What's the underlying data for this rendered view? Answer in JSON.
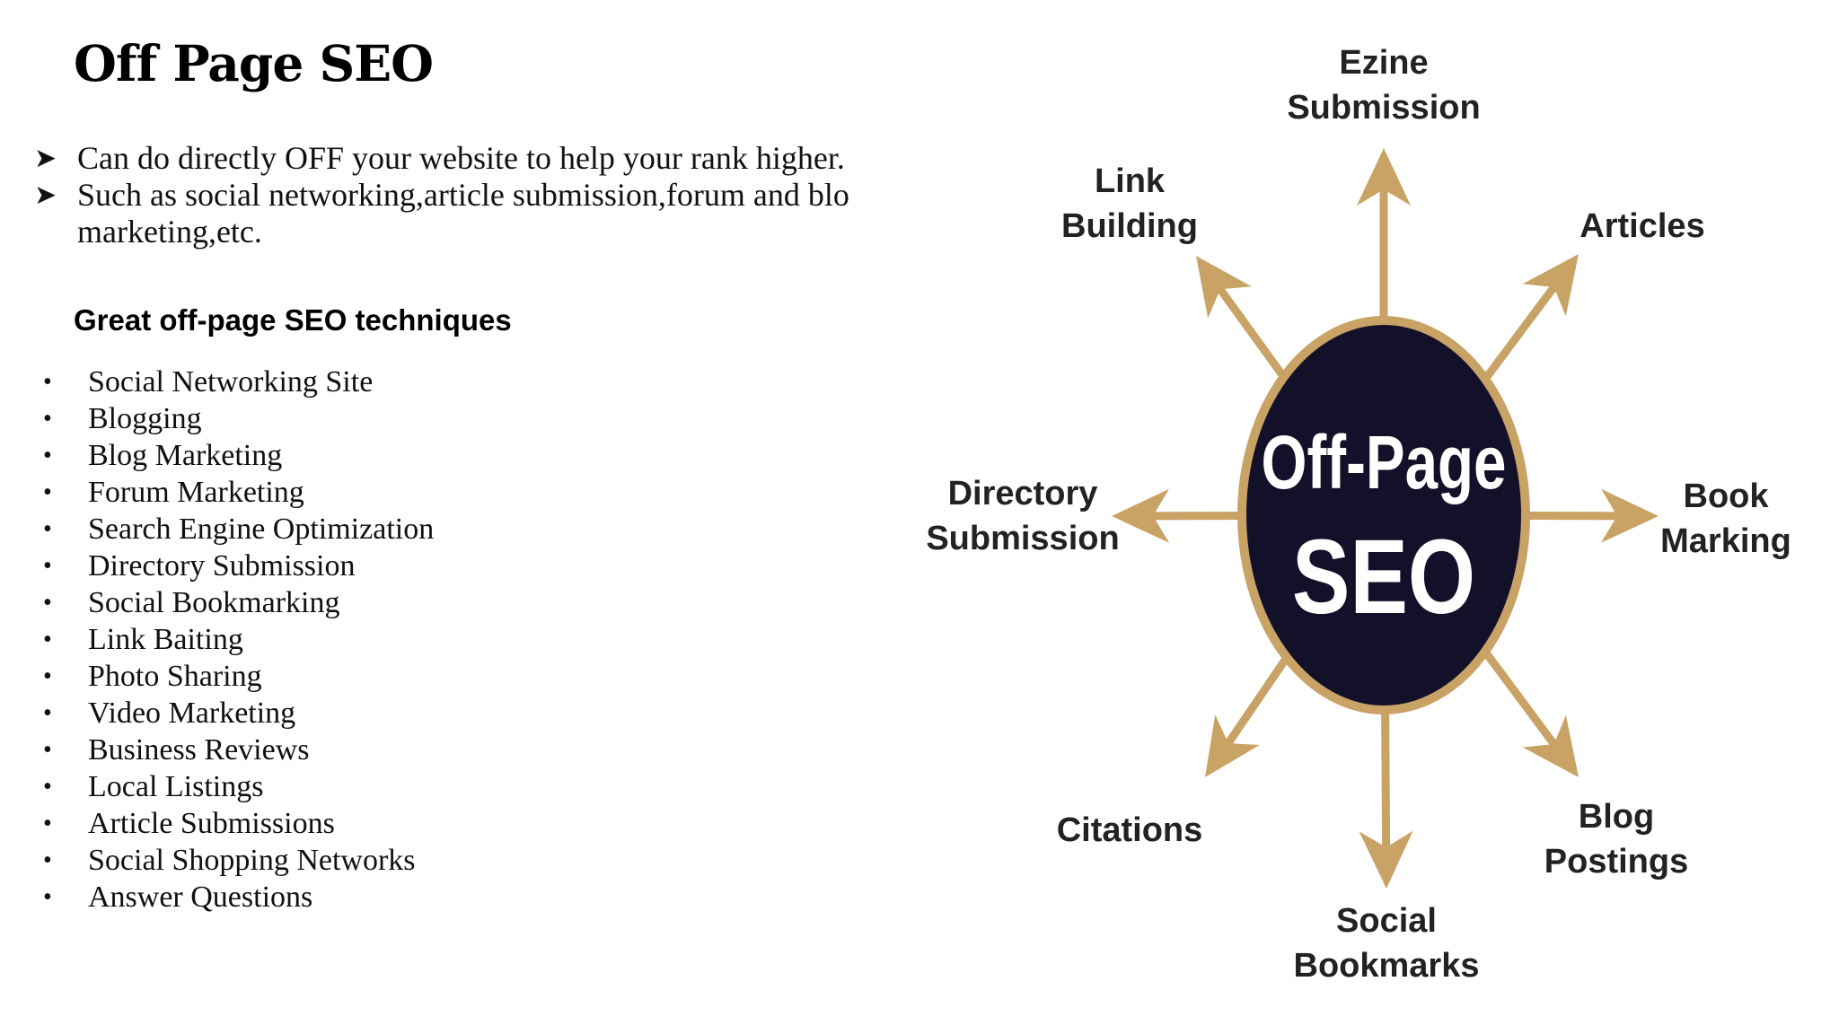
{
  "slide": {
    "title": "Off Page SEO",
    "intro_points": [
      {
        "lines": [
          "Can do directly OFF your website to help your rank higher."
        ]
      },
      {
        "lines": [
          "Such as social networking,article submission,forum and blo",
          "marketing,etc."
        ]
      }
    ],
    "subheading": "Great off-page SEO techniques",
    "techniques": [
      "Social Networking Site",
      "Blogging",
      "Blog Marketing",
      "Forum Marketing",
      "Search Engine Optimization",
      "Directory Submission",
      "Social Bookmarking",
      "Link Baiting",
      "Photo Sharing",
      "Video Marketing",
      "Business Reviews",
      "Local Listings",
      "Article Submissions",
      "Social Shopping Networks",
      "Answer Questions"
    ]
  },
  "diagram": {
    "center": {
      "line1": "Off-Page",
      "line2": "SEO"
    },
    "labels": {
      "top": [
        "Ezine",
        "Submission"
      ],
      "top_left": [
        "Link",
        "Building"
      ],
      "top_right": [
        "Articles"
      ],
      "left": [
        "Directory",
        "Submission"
      ],
      "right": [
        "Book",
        "Marking"
      ],
      "bottom_left": [
        "Citations"
      ],
      "bottom": [
        "Social",
        "Bookmarks"
      ],
      "bottom_right": [
        "Blog",
        "Postings"
      ]
    },
    "colors": {
      "circle_fill": "#13112a",
      "circle_ring": "#c9a265",
      "arrow": "#c9a265",
      "center_text": "#ffffff",
      "label_text": "#222222"
    }
  }
}
